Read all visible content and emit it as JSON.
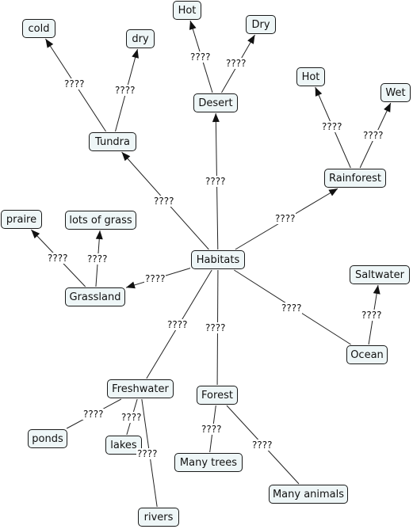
{
  "concepts": {
    "habitats": "Habitats",
    "tundra": "Tundra",
    "cold": "cold",
    "dry_lower": "dry",
    "desert": "Desert",
    "desert_hot": "Hot",
    "desert_dry": "Dry",
    "rainforest": "Rainforest",
    "rainforest_hot": "Hot",
    "rainforest_wet": "Wet",
    "grassland": "Grassland",
    "praire": "praire",
    "lots_of_grass": "lots of grass",
    "ocean": "Ocean",
    "saltwater": "Saltwater",
    "freshwater": "Freshwater",
    "ponds": "ponds",
    "lakes": "lakes",
    "rivers": "rivers",
    "forest": "Forest",
    "many_trees": "Many trees",
    "many_animals": "Many animals"
  },
  "links": [
    {
      "from": "habitats",
      "to": "tundra",
      "label": "????",
      "arrow": true
    },
    {
      "from": "habitats",
      "to": "desert",
      "label": "????",
      "arrow": true
    },
    {
      "from": "habitats",
      "to": "rainforest",
      "label": "????",
      "arrow": true
    },
    {
      "from": "habitats",
      "to": "grassland",
      "label": "????",
      "arrow": true
    },
    {
      "from": "habitats",
      "to": "ocean",
      "label": "????",
      "arrow": false
    },
    {
      "from": "habitats",
      "to": "freshwater",
      "label": "????",
      "arrow": false
    },
    {
      "from": "habitats",
      "to": "forest",
      "label": "????",
      "arrow": false
    },
    {
      "from": "tundra",
      "to": "cold",
      "label": "????",
      "arrow": true
    },
    {
      "from": "tundra",
      "to": "dry_lower",
      "label": "????",
      "arrow": true
    },
    {
      "from": "desert",
      "to": "desert_hot",
      "label": "????",
      "arrow": true
    },
    {
      "from": "desert",
      "to": "desert_dry",
      "label": "????",
      "arrow": true
    },
    {
      "from": "rainforest",
      "to": "rainforest_hot",
      "label": "????",
      "arrow": true
    },
    {
      "from": "rainforest",
      "to": "rainforest_wet",
      "label": "????",
      "arrow": true
    },
    {
      "from": "grassland",
      "to": "praire",
      "label": "????",
      "arrow": true
    },
    {
      "from": "grassland",
      "to": "lots_of_grass",
      "label": "????",
      "arrow": true
    },
    {
      "from": "ocean",
      "to": "saltwater",
      "label": "????",
      "arrow": true
    },
    {
      "from": "freshwater",
      "to": "ponds",
      "label": "????",
      "arrow": false
    },
    {
      "from": "freshwater",
      "to": "lakes",
      "label": "????",
      "arrow": false
    },
    {
      "from": "freshwater",
      "to": "rivers",
      "label": "????",
      "arrow": false
    },
    {
      "from": "forest",
      "to": "many_trees",
      "label": "????",
      "arrow": false
    },
    {
      "from": "forest",
      "to": "many_animals",
      "label": "????",
      "arrow": false
    }
  ]
}
